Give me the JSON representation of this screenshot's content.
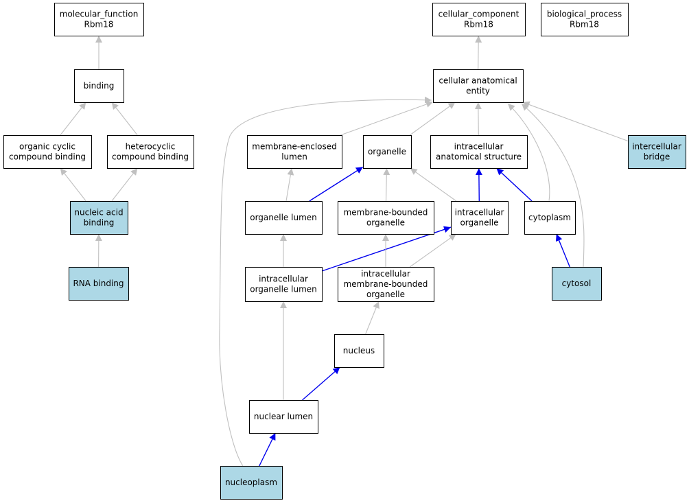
{
  "colors": {
    "normal_fill": "#ffffff",
    "highlight_fill": "#add8e6",
    "edge_gray": "#c0c0c0",
    "edge_blue": "#0000ee",
    "border": "#000000"
  },
  "nodes": [
    {
      "id": "mf",
      "lines": [
        "molecular_function",
        "Rbm18"
      ],
      "highlighted": false
    },
    {
      "id": "binding",
      "lines": [
        "binding"
      ],
      "highlighted": false
    },
    {
      "id": "ocb",
      "lines": [
        "organic cyclic",
        "compound binding"
      ],
      "highlighted": false
    },
    {
      "id": "hcb",
      "lines": [
        "heterocyclic",
        "compound binding"
      ],
      "highlighted": false
    },
    {
      "id": "nab",
      "lines": [
        "nucleic acid",
        "binding"
      ],
      "highlighted": true
    },
    {
      "id": "rnab",
      "lines": [
        "RNA binding"
      ],
      "highlighted": true
    },
    {
      "id": "cc",
      "lines": [
        "cellular_component",
        "Rbm18"
      ],
      "highlighted": false
    },
    {
      "id": "bp",
      "lines": [
        "biological_process",
        "Rbm18"
      ],
      "highlighted": false
    },
    {
      "id": "cae",
      "lines": [
        "cellular anatomical",
        "entity"
      ],
      "highlighted": false
    },
    {
      "id": "mel",
      "lines": [
        "membrane-enclosed",
        "lumen"
      ],
      "highlighted": false
    },
    {
      "id": "org",
      "lines": [
        "organelle"
      ],
      "highlighted": false
    },
    {
      "id": "ias",
      "lines": [
        "intracellular",
        "anatomical structure"
      ],
      "highlighted": false
    },
    {
      "id": "ib",
      "lines": [
        "intercellular",
        "bridge"
      ],
      "highlighted": true
    },
    {
      "id": "ol",
      "lines": [
        "organelle lumen"
      ],
      "highlighted": false
    },
    {
      "id": "mbo",
      "lines": [
        "membrane-bounded",
        "organelle"
      ],
      "highlighted": false
    },
    {
      "id": "io",
      "lines": [
        "intracellular",
        "organelle"
      ],
      "highlighted": false
    },
    {
      "id": "cyto",
      "lines": [
        "cytoplasm"
      ],
      "highlighted": false
    },
    {
      "id": "iol",
      "lines": [
        "intracellular",
        "organelle lumen"
      ],
      "highlighted": false
    },
    {
      "id": "imbo",
      "lines": [
        "intracellular",
        "membrane-bounded",
        "organelle"
      ],
      "highlighted": false
    },
    {
      "id": "cytosol",
      "lines": [
        "cytosol"
      ],
      "highlighted": true
    },
    {
      "id": "nucleus",
      "lines": [
        "nucleus"
      ],
      "highlighted": false
    },
    {
      "id": "nl",
      "lines": [
        "nuclear lumen"
      ],
      "highlighted": false
    },
    {
      "id": "np",
      "lines": [
        "nucleoplasm"
      ],
      "highlighted": true
    }
  ],
  "edges": [
    {
      "from": "binding",
      "to": "mf",
      "type": "gray"
    },
    {
      "from": "ocb",
      "to": "binding",
      "type": "gray"
    },
    {
      "from": "hcb",
      "to": "binding",
      "type": "gray"
    },
    {
      "from": "nab",
      "to": "ocb",
      "type": "gray"
    },
    {
      "from": "nab",
      "to": "hcb",
      "type": "gray"
    },
    {
      "from": "rnab",
      "to": "nab",
      "type": "gray"
    },
    {
      "from": "cae",
      "to": "cc",
      "type": "gray"
    },
    {
      "from": "mel",
      "to": "cae",
      "type": "gray"
    },
    {
      "from": "org",
      "to": "cae",
      "type": "gray"
    },
    {
      "from": "ias",
      "to": "cae",
      "type": "gray"
    },
    {
      "from": "ib",
      "to": "cae",
      "type": "gray"
    },
    {
      "from": "cyto",
      "to": "cae",
      "type": "gray"
    },
    {
      "from": "cytosol",
      "to": "cae",
      "type": "gray"
    },
    {
      "from": "np",
      "to": "cae",
      "type": "gray"
    },
    {
      "from": "ol",
      "to": "mel",
      "type": "gray"
    },
    {
      "from": "ol",
      "to": "org",
      "type": "blue"
    },
    {
      "from": "mbo",
      "to": "org",
      "type": "gray"
    },
    {
      "from": "io",
      "to": "org",
      "type": "gray"
    },
    {
      "from": "io",
      "to": "ias",
      "type": "blue"
    },
    {
      "from": "cyto",
      "to": "ias",
      "type": "blue"
    },
    {
      "from": "iol",
      "to": "ol",
      "type": "gray"
    },
    {
      "from": "iol",
      "to": "io",
      "type": "blue"
    },
    {
      "from": "imbo",
      "to": "mbo",
      "type": "gray"
    },
    {
      "from": "imbo",
      "to": "io",
      "type": "gray"
    },
    {
      "from": "cytosol",
      "to": "cyto",
      "type": "blue"
    },
    {
      "from": "nucleus",
      "to": "imbo",
      "type": "gray"
    },
    {
      "from": "nl",
      "to": "iol",
      "type": "gray"
    },
    {
      "from": "nl",
      "to": "nucleus",
      "type": "blue"
    },
    {
      "from": "np",
      "to": "nl",
      "type": "blue"
    }
  ]
}
